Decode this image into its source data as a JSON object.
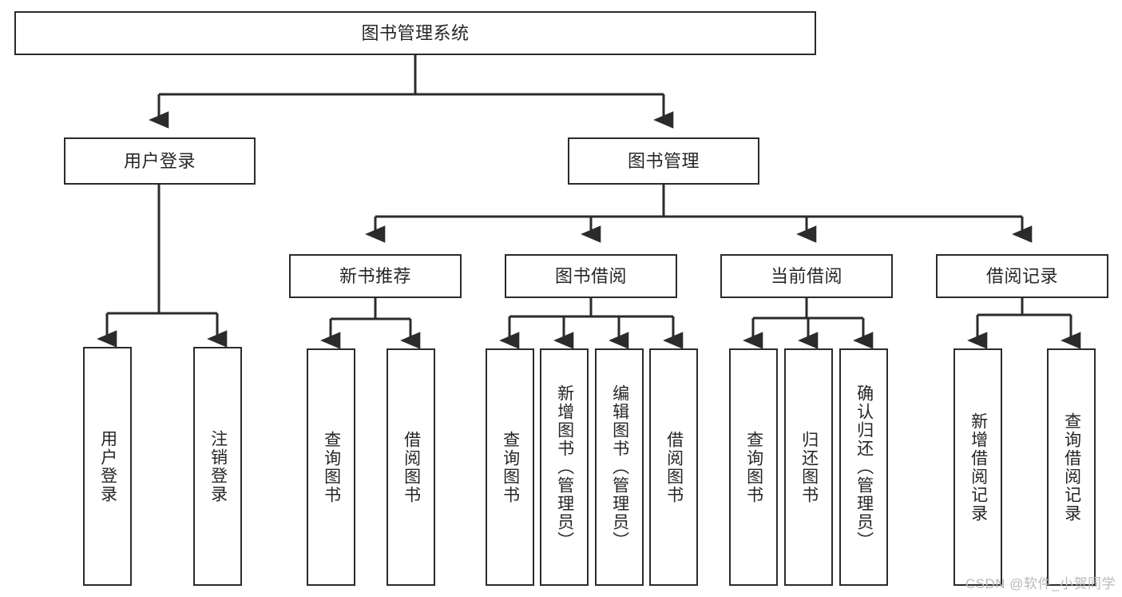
{
  "diagram": {
    "type": "tree-hierarchy-chart",
    "title": "图书管理系统",
    "colors": {
      "border": "#2b2b2b",
      "text": "#262626",
      "background": "#ffffff",
      "connector": "#2b2b2b",
      "watermark": "#b9b9b9"
    },
    "levels": {
      "root": {
        "label": "图书管理系统"
      },
      "level2": [
        {
          "label": "用户登录"
        },
        {
          "label": "图书管理"
        }
      ],
      "level3": [
        {
          "label": "新书推荐"
        },
        {
          "label": "图书借阅"
        },
        {
          "label": "当前借阅"
        },
        {
          "label": "借阅记录"
        }
      ],
      "leaves": {
        "用户登录": [
          {
            "label": "用户登录"
          },
          {
            "label": "注销登录"
          }
        ],
        "新书推荐": [
          {
            "label": "查询图书"
          },
          {
            "label": "借阅图书"
          }
        ],
        "图书借阅": [
          {
            "label": "查询图书"
          },
          {
            "label": "新增图书（管理员）"
          },
          {
            "label": "编辑图书（管理员）"
          },
          {
            "label": "借阅图书"
          }
        ],
        "当前借阅": [
          {
            "label": "查询图书"
          },
          {
            "label": "归还图书"
          },
          {
            "label": "确认归还（管理员）"
          }
        ],
        "借阅记录": [
          {
            "label": "新增借阅记录"
          },
          {
            "label": "查询借阅记录"
          }
        ]
      }
    }
  },
  "watermark": {
    "text": "CSDN @软件_小贺同学"
  }
}
